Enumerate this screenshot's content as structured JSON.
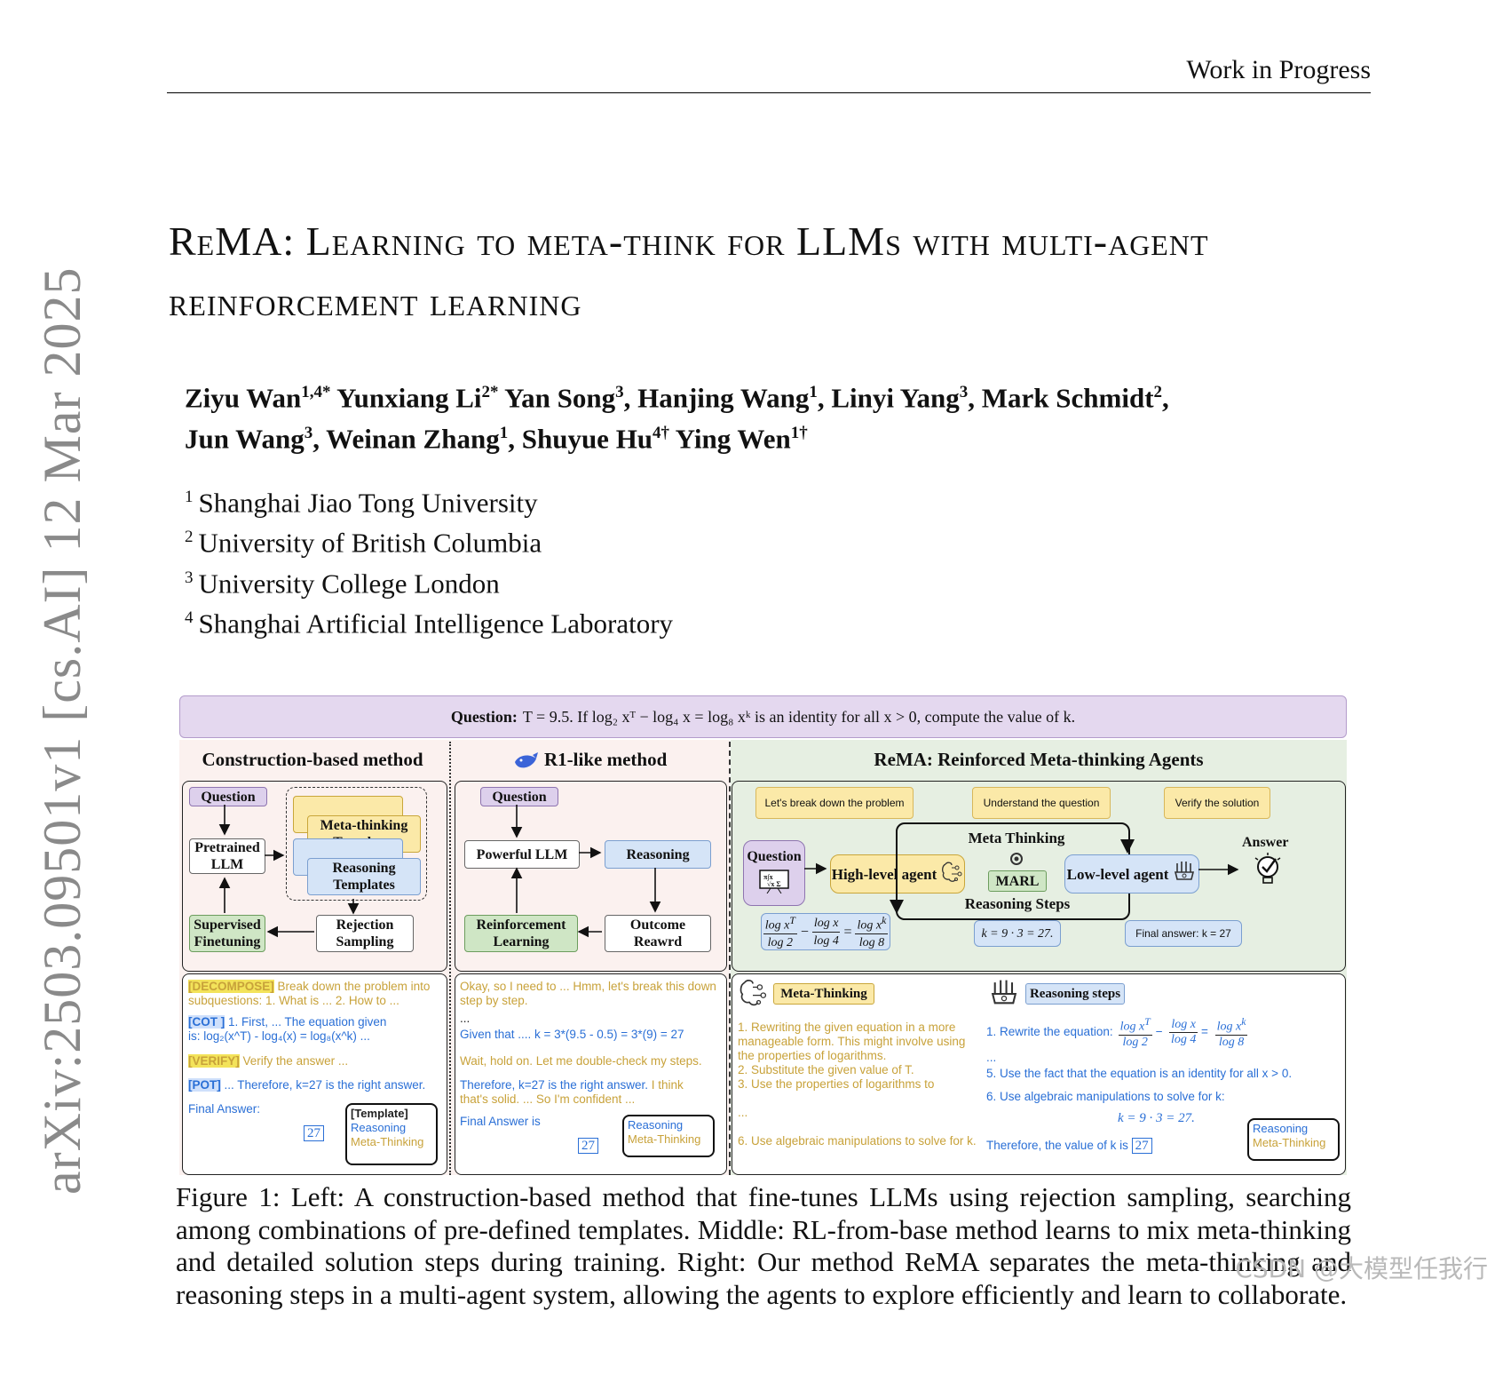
{
  "header": {
    "running_head": "Work in Progress"
  },
  "arxiv_stamp": "arXiv:2503.09501v1  [cs.AI]  12 Mar 2025",
  "title": "ReMA: Learning to meta-think for LLMs with multi-agent reinforcement learning",
  "authors": [
    {
      "name": "Ziyu Wan",
      "sup": "1,4",
      "mark": "*"
    },
    {
      "name": "Yunxiang Li",
      "sup": "2",
      "mark": "*"
    },
    {
      "name": "Yan Song",
      "sup": "3"
    },
    {
      "name": "Hanjing Wang",
      "sup": "1"
    },
    {
      "name": "Linyi Yang",
      "sup": "3"
    },
    {
      "name": "Mark Schmidt",
      "sup": "2"
    },
    {
      "name": "Jun Wang",
      "sup": "3"
    },
    {
      "name": "Weinan Zhang",
      "sup": "1"
    },
    {
      "name": "Shuyue Hu",
      "sup": "4",
      "mark": "†"
    },
    {
      "name": "Ying Wen",
      "sup": "1",
      "mark": "†"
    }
  ],
  "affiliations": [
    {
      "num": "1",
      "name": "Shanghai Jiao Tong University"
    },
    {
      "num": "2",
      "name": "University of British Columbia"
    },
    {
      "num": "3",
      "name": "University College London"
    },
    {
      "num": "4",
      "name": "Shanghai Artificial Intelligence Laboratory"
    }
  ],
  "figure": {
    "question_label": "Question:",
    "question_text": "T = 9.5. If log₂ xᵀ − log₄ x = log₈ xᵏ is an identity for all x > 0, compute the value of k.",
    "left": {
      "title": "Construction-based method",
      "question": "Question",
      "pretrained_llm": "Pretrained LLM",
      "meta_templates": "Meta-thinking Templates",
      "reasoning_templates": "Reasoning Templates",
      "supervised_finetuning": "Supervised Finetuning",
      "rejection_sampling": "Rejection Sampling",
      "lines": {
        "decompose_tag": "[DECOMPOSE]",
        "decompose_text": "Break down the problem into subquestions: 1. What is ... 2. How to ...",
        "cot_tag": "[COT ]",
        "cot_text": "1. First, ... The equation given is: log₂(x^T) - log₄(x) = log₈(x^k) ...",
        "verify_tag": "[VERIFY]",
        "verify_text": "Verify the answer ...",
        "pot_tag": "[POT]",
        "pot_text": "... Therefore, k=27 is the right answer.",
        "final_answer": "Final Answer:",
        "answer": "27"
      },
      "legend": {
        "template": "[Template]",
        "reasoning": "Reasoning",
        "meta": "Meta-Thinking"
      }
    },
    "middle": {
      "title": "R1-like method",
      "question": "Question",
      "powerful_llm": "Powerful LLM",
      "reasoning": "Reasoning",
      "reinforcement_learning": "Reinforcement Learning",
      "outcome_reward": "Outcome Reawrd",
      "lines": {
        "l1": "Okay, so I need to ... Hmm, let's break this down step by step.",
        "l2": "...",
        "l3": "Given that .... k = 3*(9.5 - 0.5) = 3*(9) = 27",
        "l4": "Wait, hold on. Let me double-check my steps.",
        "l5a": "Therefore, k=27 is the right answer.",
        "l5b": "I think that's solid. ... So I'm confident ...",
        "final_answer": "Final Answer is",
        "answer": "27"
      },
      "legend": {
        "reasoning": "Reasoning",
        "meta": "Meta-Thinking"
      }
    },
    "right": {
      "title": "ReMA: Reinforced Meta-thinking Agents",
      "chip1": "Let's break down the problem",
      "chip2": "Understand the question",
      "chip3": "Verify the solution",
      "question": "Question",
      "high_level_agent": "High-level agent",
      "meta_thinking": "Meta Thinking",
      "marl": "MARL",
      "reasoning_steps": "Reasoning Steps",
      "low_level_agent": "Low-level agent",
      "answer": "Answer",
      "eq_k": "k = 9 · 3 = 27.",
      "final_answer": "Final answer: k = 27",
      "meta_label": "Meta-Thinking",
      "meta_lines": {
        "m1": "1. Rewriting the given equation in a more manageable form. This might involve using the properties of logarithms.",
        "m2": "2. Substitute the given value of T.",
        "m3": "3. Use the properties of logarithms to",
        "m4": "...",
        "m6": "6. Use algebraic manipulations to solve for k."
      },
      "steps_label": "Reasoning steps",
      "step_lines": {
        "s1": "1. Rewrite the equation:",
        "s2": "...",
        "s5": "5. Use the fact that the equation is an identity for all x > 0.",
        "s6": "6. Use algebraic manipulations to solve for k:",
        "s7": "k = 9 · 3 = 27.",
        "s8": "Therefore, the value of k is",
        "answer": "27"
      },
      "legend": {
        "reasoning": "Reasoning",
        "meta": "Meta-Thinking"
      }
    }
  },
  "caption": "Figure 1: Left: A construction-based method that fine-tunes LLMs using rejection sampling, searching among combinations of pre-defined templates. Middle: RL-from-base method learns to mix meta-thinking and detailed solution steps during training. Right: Our method ReMA separates the meta-thinking and reasoning steps in a multi-agent system, allowing the agents to explore efficiently and learn to collaborate.",
  "watermark": "CSDN @大模型任我行"
}
